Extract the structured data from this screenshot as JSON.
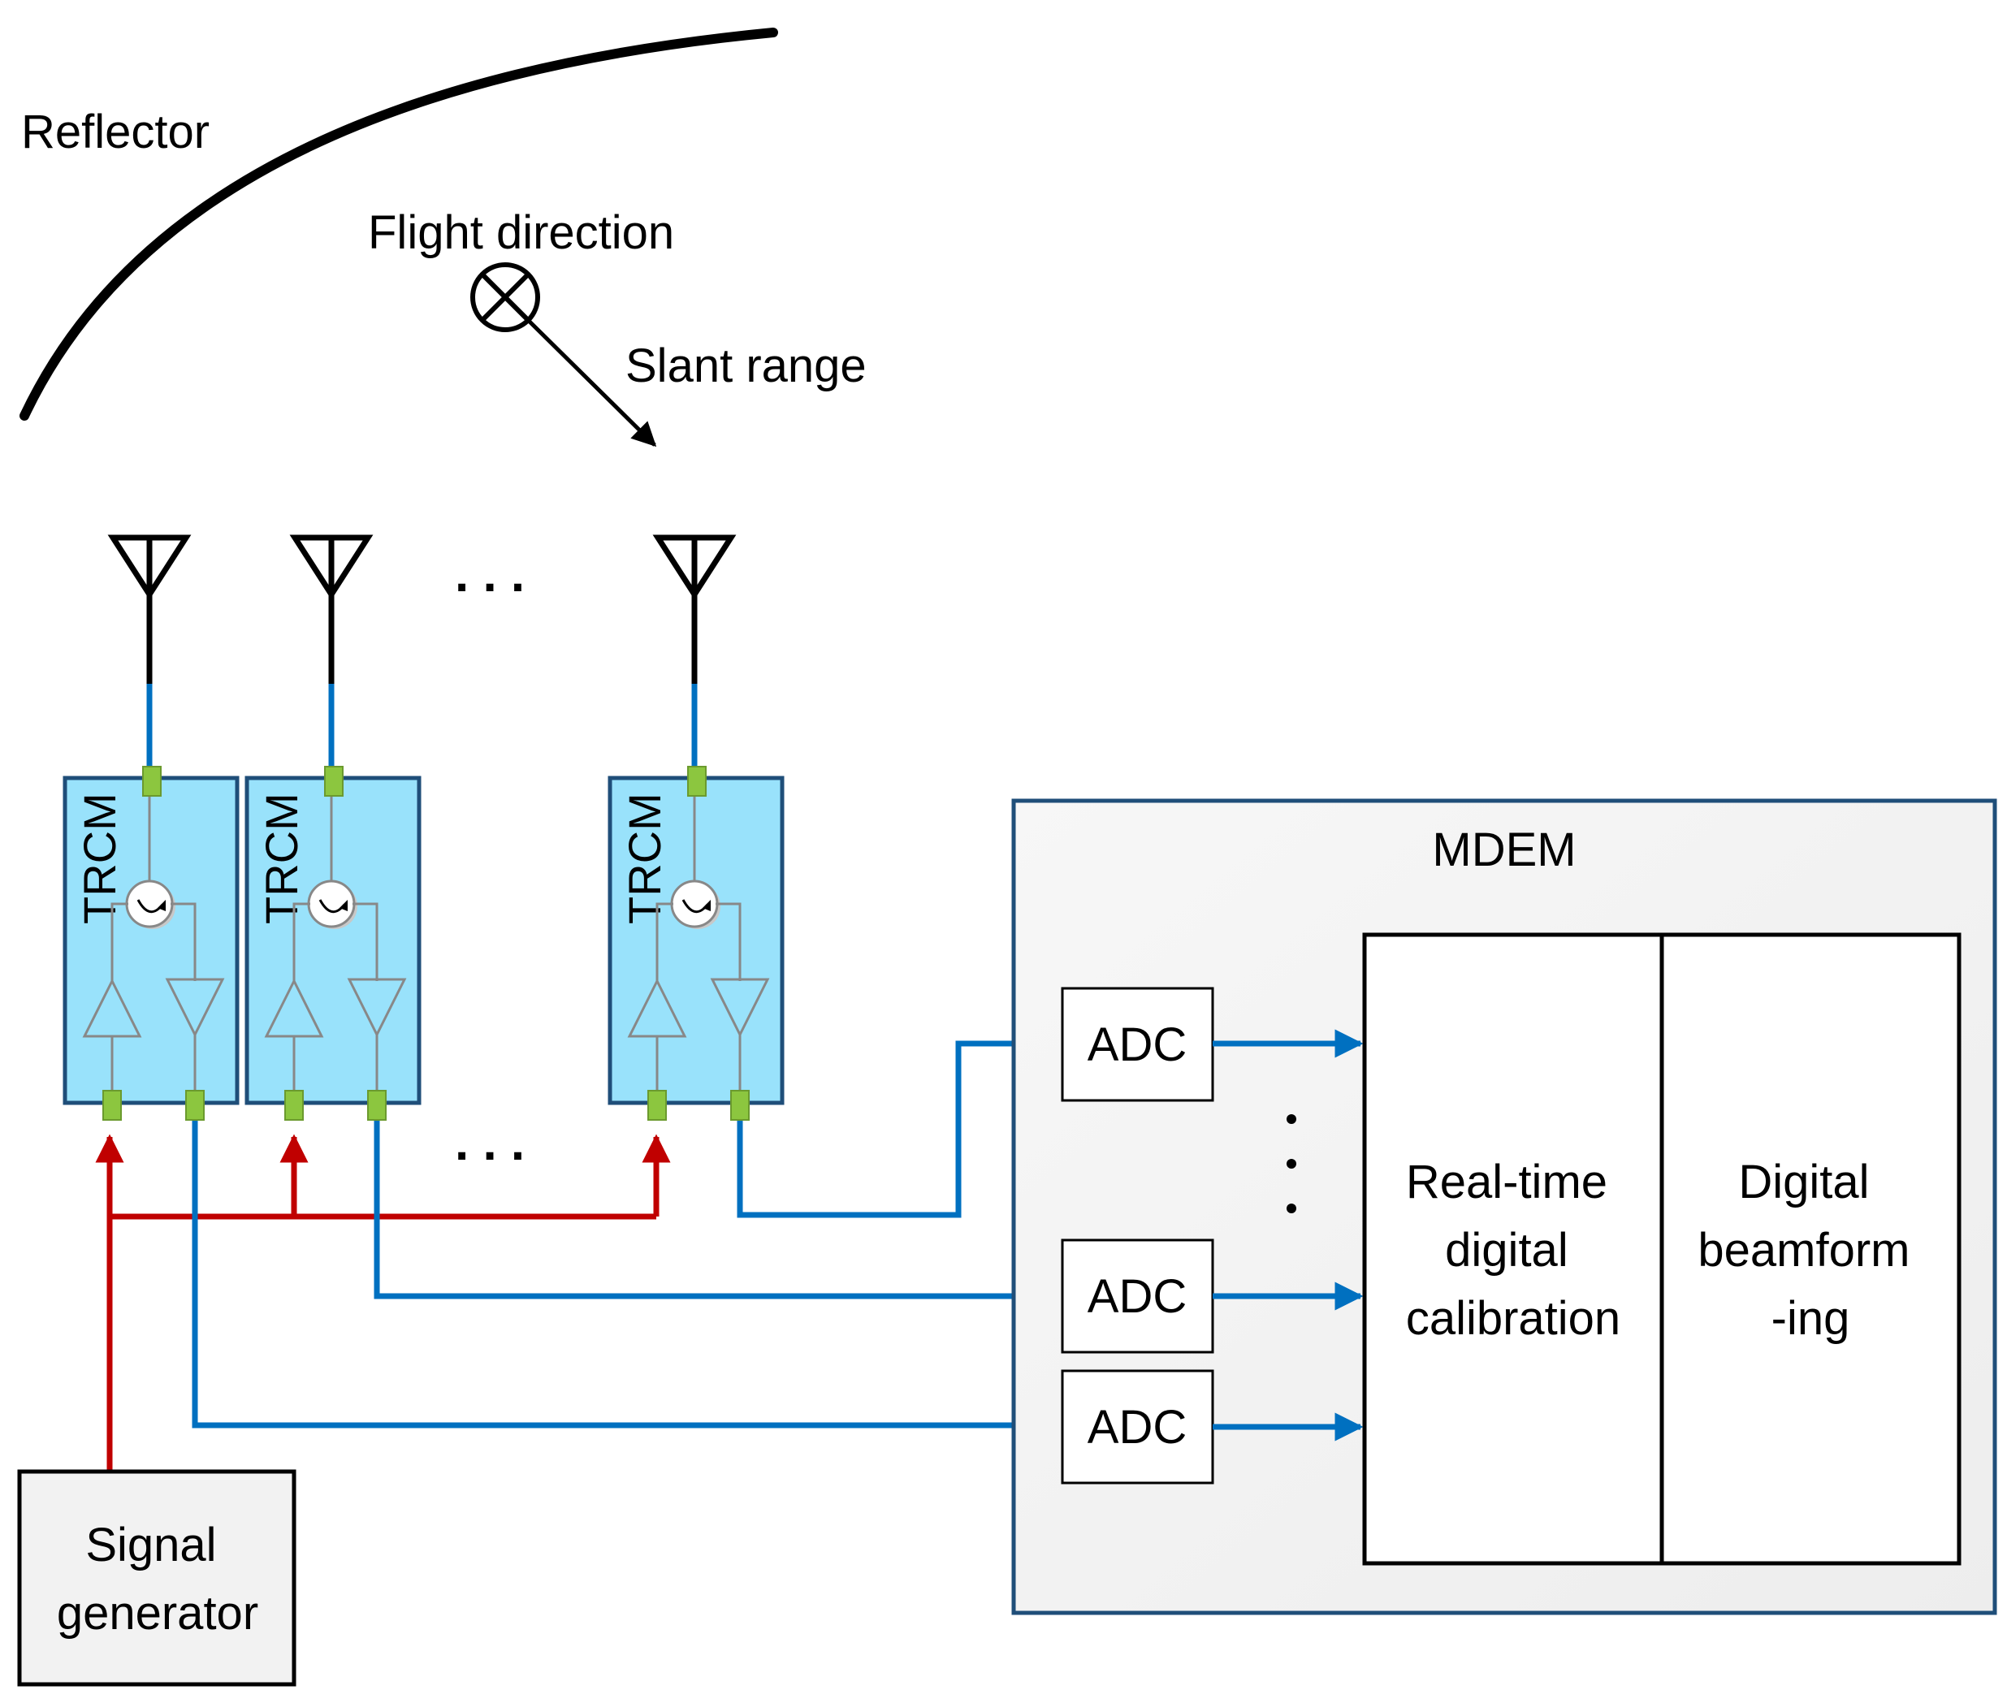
{
  "labels": {
    "reflector": "Reflector",
    "flight_direction": "Flight direction",
    "slant_range": "Slant range",
    "trcm": "TRCM",
    "ellipsis": ". . .",
    "mdem": "MDEM",
    "adc": "ADC",
    "vertical_dots": "⋮",
    "calibration_lines": [
      "Real-time",
      "digital",
      "calibration"
    ],
    "beamforming_lines": [
      "Digital",
      "beamform",
      "-ing"
    ],
    "signal_generator_lines": [
      "Signal",
      "generator"
    ]
  },
  "colors": {
    "module_fill": "#99E2FB",
    "module_stroke": "#1F4E79",
    "port": "#8CC63F",
    "tx_line": "#C00000",
    "rx_line": "#0070C0",
    "mdem_fill": "#F2F2F2",
    "mdem_stroke": "#1F4E79",
    "box_fill": "#FFFFFF",
    "generator_fill": "#F2F2F2"
  },
  "icons": {
    "antenna": "antenna-icon",
    "circulator": "circulator-icon",
    "amplifier": "amplifier-icon",
    "flight_direction": "into-page-cross-icon"
  }
}
